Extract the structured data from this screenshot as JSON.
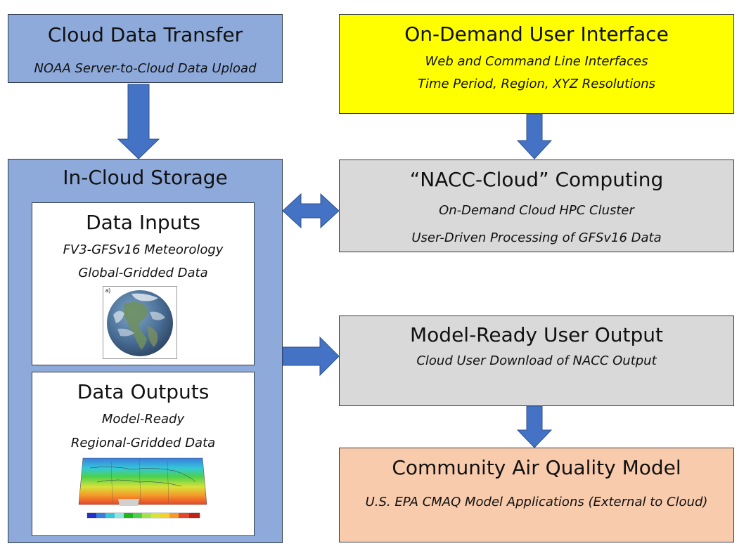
{
  "cloud_transfer": {
    "title": "Cloud Data Transfer",
    "subtitle": "NOAA Server-to-Cloud Data Upload"
  },
  "user_interface": {
    "title": "On-Demand User Interface",
    "line1": "Web and Command Line Interfaces",
    "line2": "Time Period, Region, XYZ Resolutions"
  },
  "storage": {
    "title": "In-Cloud Storage",
    "inputs": {
      "title": "Data Inputs",
      "line1": "FV3-GFSv16 Meteorology",
      "line2": "Global-Gridded Data",
      "panel_label": "a)"
    },
    "outputs": {
      "title": "Data Outputs",
      "line1": "Model-Ready",
      "line2": "Regional-Gridded Data"
    }
  },
  "computing": {
    "title": "“NACC-Cloud” Computing",
    "line1": "On-Demand Cloud HPC Cluster",
    "line2": "User-Driven Processing of GFSv16 Data"
  },
  "output": {
    "title": "Model-Ready User Output",
    "line1": "Cloud User Download of NACC Output"
  },
  "cmaq": {
    "title": "Community Air Quality Model",
    "line1": "U.S. EPA CMAQ Model Applications (External to Cloud)"
  },
  "colors": {
    "blue_box": "#8eaadb",
    "yellow_box": "#ffff00",
    "gray_box": "#d9d9d9",
    "peach_box": "#f8cbad",
    "arrow": "#4472c4"
  }
}
